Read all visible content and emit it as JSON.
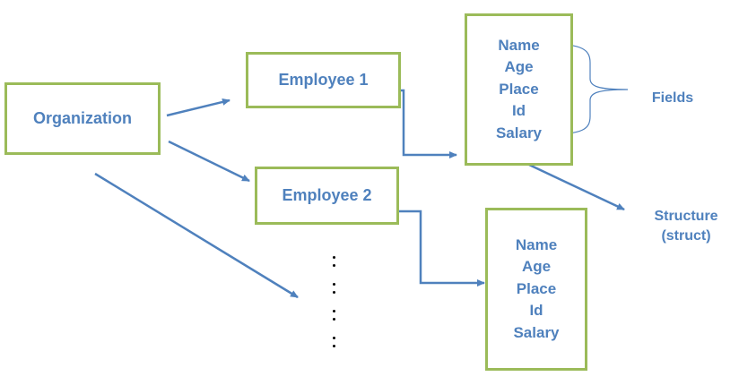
{
  "colors": {
    "box_border": "#9bbb59",
    "text": "#4f81bd",
    "arrow": "#4f81bd"
  },
  "organization": {
    "label": "Organization"
  },
  "employees": [
    {
      "label": "Employee 1"
    },
    {
      "label": "Employee 2"
    }
  ],
  "struct_1": {
    "fields": [
      "Name",
      "Age",
      "Place",
      "Id",
      "Salary"
    ]
  },
  "struct_2": {
    "fields": [
      "Name",
      "Age",
      "Place",
      "Id",
      "Salary"
    ]
  },
  "annotations": {
    "fields_label": "Fields",
    "structure_label": [
      "Structure",
      "(struct)"
    ]
  },
  "ellipsis": [
    ":",
    ":",
    ":",
    ":"
  ]
}
